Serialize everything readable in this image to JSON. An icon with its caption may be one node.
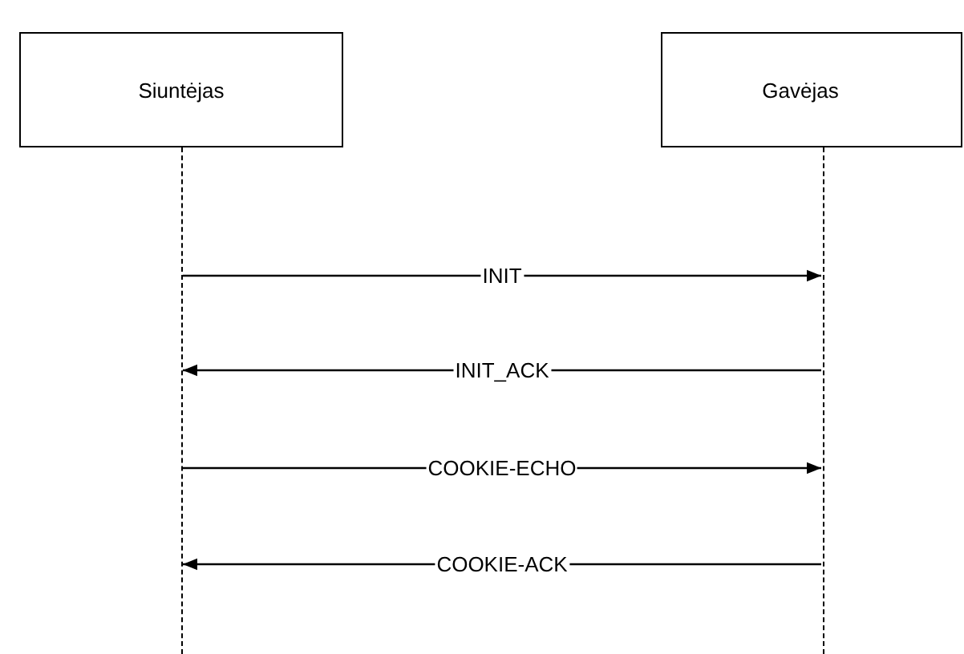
{
  "diagram": {
    "nodes": [
      {
        "text": [
          "Siuntėjas"
        ]
      },
      {
        "text": [
          "Gavėjas"
        ]
      },
      {
        "text": [],
        "shape": "bar"
      },
      {
        "text": [],
        "shape": "bar"
      }
    ],
    "edges": [
      {
        "from": 2,
        "to": 3,
        "arrow": "to",
        "label": "INIT"
      },
      {
        "from": 3,
        "to": 2,
        "arrow": "to",
        "label": "INIT_ACK"
      },
      {
        "from": 2,
        "to": 3,
        "arrow": "to",
        "label": "COOKIE-ECHO"
      },
      {
        "from": 3,
        "to": 2,
        "arrow": "to",
        "label": "COOKIE-ACK"
      }
    ]
  }
}
